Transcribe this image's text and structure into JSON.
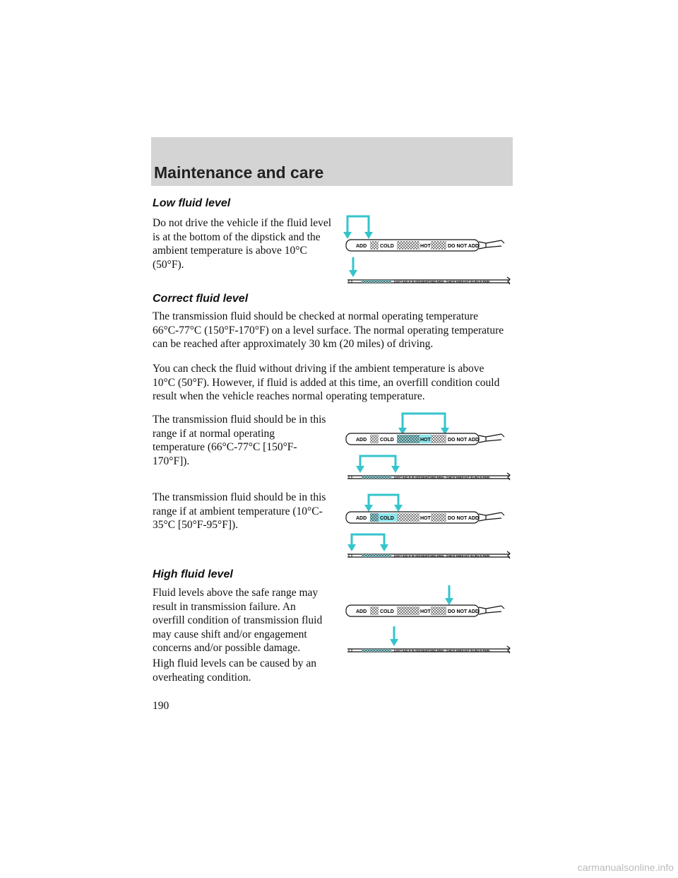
{
  "header": {
    "title": "Maintenance and care"
  },
  "page_number": "190",
  "footer": {
    "site": "carmanualsonline.info"
  },
  "dipstick_labels": {
    "upper": [
      "ADD",
      "COLD",
      "HOT",
      "DO NOT ADD"
    ],
    "lower": "DON'T ADD IF IN CROSSHATCHED AREA - CHECK WHEN HOT   IDLING IN PARK"
  },
  "colors": {
    "fluid_marker": "#35c4cc",
    "hatch_highlight": "#8fe6ec",
    "header_band": "#d4d4d4"
  },
  "sections": {
    "low": {
      "heading": "Low fluid level",
      "paragraphs": [
        "Do not drive the vehicle if the fluid level is at the bottom of the dipstick and the ambient temperature is above 10°C (50°F)."
      ]
    },
    "correct": {
      "heading": "Correct fluid level",
      "paragraphs": [
        "The transmission fluid should be checked at normal operating temperature 66°C-77°C (150°F-170°F) on a level surface. The normal operating temperature can be reached after approximately 30 km (20 miles) of driving.",
        "You can check the fluid without driving if the ambient temperature is above 10°C (50°F). However, if fluid is added at this time, an overfill condition could result when the vehicle reaches normal operating temperature.",
        "The transmission fluid should be in this range if at normal operating temperature (66°C-77°C [150°F-170°F]).",
        "The transmission fluid should be in this range if at ambient temperature (10°C-35°C [50°F-95°F])."
      ]
    },
    "high": {
      "heading": "High fluid level",
      "paragraphs": [
        "Fluid levels above the safe range may result in transmission failure. An overfill condition of transmission fluid may cause shift and/or engagement concerns and/or possible damage.",
        "High fluid levels can be caused by an overheating condition."
      ]
    }
  }
}
